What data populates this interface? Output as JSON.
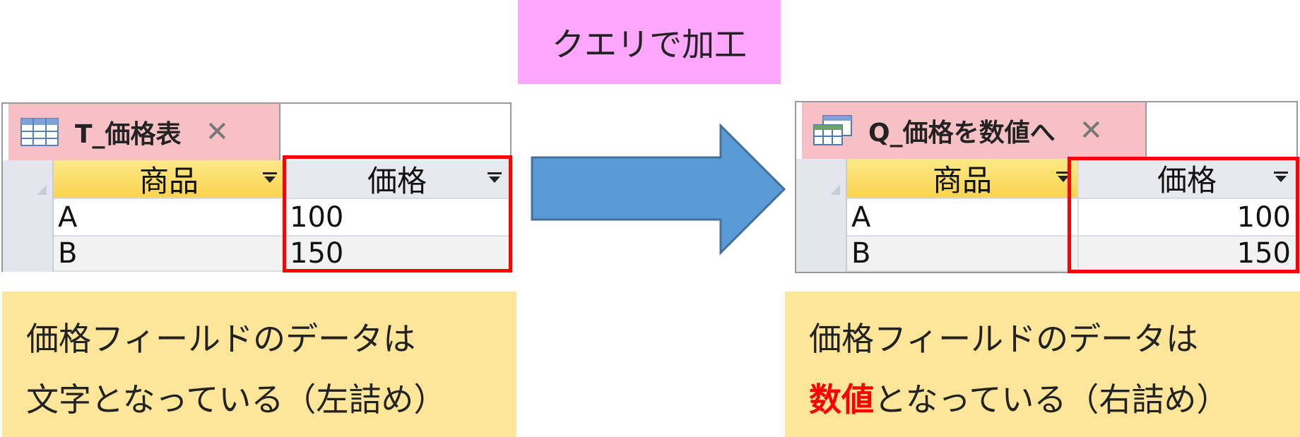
{
  "process_label": "クエリで加工",
  "colors": {
    "process_label_bg": "#ffa6ff",
    "tab_bg": "#f7c0c5",
    "arrow_fill": "#5b9bd5",
    "arrow_stroke": "#41719c",
    "highlight": "#ff0000",
    "note_bg": "#fde699"
  },
  "left_panel": {
    "tab_title": "T_価格表",
    "tab_icon": "table-icon",
    "close_icon": "close-icon",
    "close_glyph": "✕",
    "columns": [
      "商品",
      "価格"
    ],
    "rows": [
      [
        "A",
        "100"
      ],
      [
        "B",
        "150"
      ]
    ],
    "price_alignment": "left"
  },
  "right_panel": {
    "tab_title": "Q_価格を数値へ",
    "tab_icon": "query-icon",
    "close_icon": "close-icon",
    "close_glyph": "✕",
    "columns": [
      "商品",
      "価格"
    ],
    "rows": [
      [
        "A",
        "100"
      ],
      [
        "B",
        "150"
      ]
    ],
    "price_alignment": "right"
  },
  "left_note": {
    "line1": "価格フィールドのデータは",
    "line2": "文字となっている（左詰め）"
  },
  "right_note": {
    "line1": "価格フィールドのデータは",
    "line2_emphasis": "数値",
    "line2_rest": "となっている（右詰め）"
  }
}
